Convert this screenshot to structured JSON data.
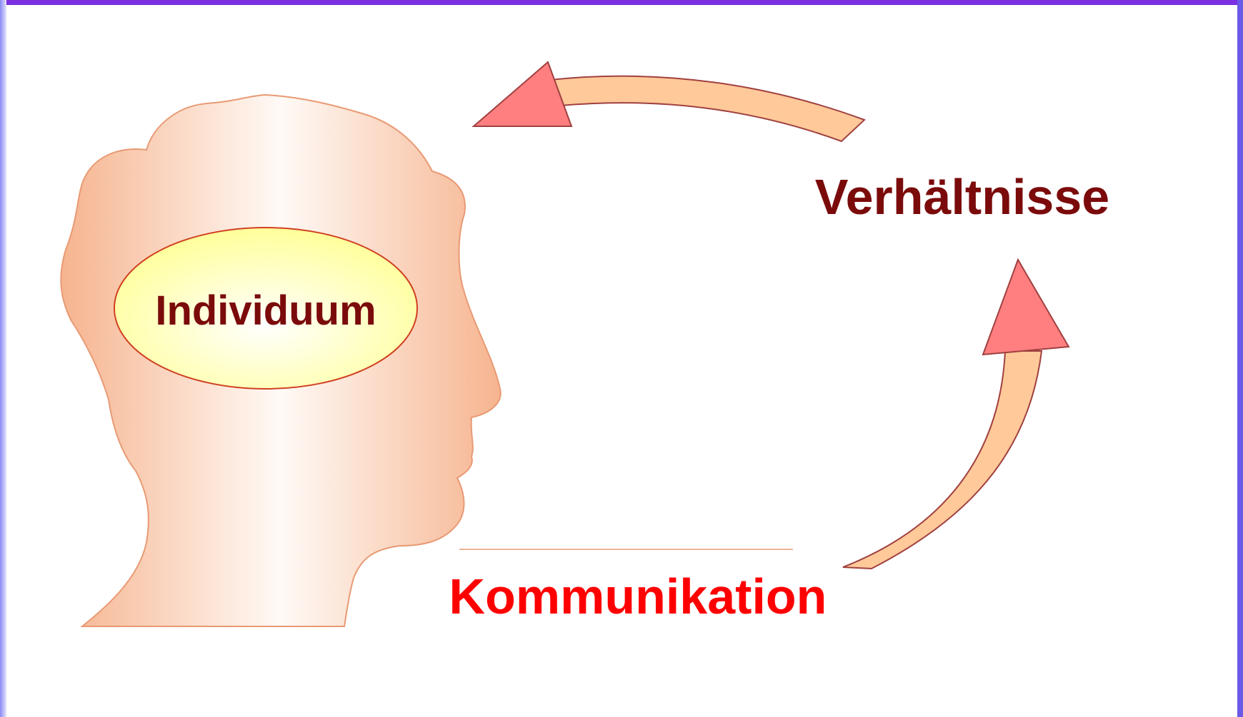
{
  "labels": {
    "individuum": "Individuum",
    "verhaeltnisse": "Verhältnisse",
    "kommunikation": "Kommunikation"
  },
  "colors": {
    "frame_left": "#8a88f5",
    "frame_top": "#7a2fe0",
    "head_edge": "#f6b48f",
    "head_center": "#fffaf6",
    "head_outline": "#e89a74",
    "ellipse_fill": "#ffff9a",
    "ellipse_outline": "#d04020",
    "arrow_body": "#ffc999",
    "arrow_outline": "#a04040",
    "arrow_head": "#ff7f80",
    "label_dark": "#7b0b0b",
    "label_red": "#ff0000"
  },
  "icons": {
    "head": "human-head-profile-icon",
    "arrow_top": "curved-arrow-left-icon",
    "arrow_right": "curved-arrow-up-icon"
  }
}
